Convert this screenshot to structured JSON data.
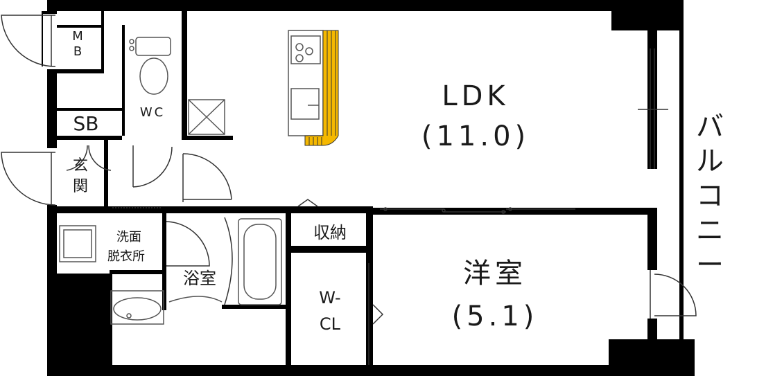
{
  "rooms": {
    "mb": "M\nB",
    "sb": "SB",
    "wc": "WC",
    "genkan": "玄\n関",
    "ldk_name": "LDK",
    "ldk_size": "(11.0)",
    "shuno": "収納",
    "senmen": "洗面\n脱衣所",
    "yokushitsu": "浴室",
    "wcl": "W-\nCL",
    "yoshitsu_name": "洋室",
    "yoshitsu_size": "(5.1)",
    "balcony": "バ\nル\nコ\nニ\nー"
  },
  "colors": {
    "wall": "#000000",
    "counter": "#f5b800",
    "line": "#333333",
    "fixture": "#666666"
  }
}
